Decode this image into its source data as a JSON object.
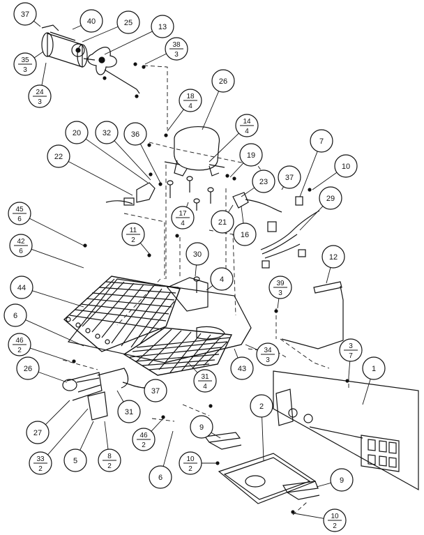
{
  "diagram": {
    "callouts": [
      {
        "id": "c37a",
        "label": "37"
      },
      {
        "id": "c40",
        "label": "40"
      },
      {
        "id": "c25",
        "label": "25"
      },
      {
        "id": "c13",
        "label": "13"
      },
      {
        "id": "c38",
        "label": "38",
        "sub": "3"
      },
      {
        "id": "c35",
        "label": "35",
        "sub": "3"
      },
      {
        "id": "c24",
        "label": "24",
        "sub": "3"
      },
      {
        "id": "c26a",
        "label": "26"
      },
      {
        "id": "c18",
        "label": "18",
        "sub": "4"
      },
      {
        "id": "c20",
        "label": "20"
      },
      {
        "id": "c32",
        "label": "32"
      },
      {
        "id": "c36",
        "label": "36"
      },
      {
        "id": "c14",
        "label": "14",
        "sub": "4"
      },
      {
        "id": "c7",
        "label": "7"
      },
      {
        "id": "c10",
        "label": "10"
      },
      {
        "id": "c22",
        "label": "22"
      },
      {
        "id": "c19",
        "label": "19"
      },
      {
        "id": "c23",
        "label": "23"
      },
      {
        "id": "c37b",
        "label": "37"
      },
      {
        "id": "c29",
        "label": "29"
      },
      {
        "id": "c45",
        "label": "45",
        "sub": "6"
      },
      {
        "id": "c17",
        "label": "17",
        "sub": "4"
      },
      {
        "id": "c21",
        "label": "21"
      },
      {
        "id": "c16",
        "label": "16"
      },
      {
        "id": "c42",
        "label": "42",
        "sub": "6"
      },
      {
        "id": "c11",
        "label": "11",
        "sub": "2"
      },
      {
        "id": "c30",
        "label": "30"
      },
      {
        "id": "c12",
        "label": "12"
      },
      {
        "id": "c4",
        "label": "4"
      },
      {
        "id": "c44",
        "label": "44"
      },
      {
        "id": "c39",
        "label": "39",
        "sub": "3"
      },
      {
        "id": "c6a",
        "label": "6"
      },
      {
        "id": "c46a",
        "label": "46",
        "sub": "2"
      },
      {
        "id": "c34",
        "label": "34",
        "sub": "3"
      },
      {
        "id": "c3",
        "label": "3",
        "sub": "7"
      },
      {
        "id": "c31a",
        "label": "31",
        "sub": "4"
      },
      {
        "id": "c43",
        "label": "43"
      },
      {
        "id": "c1",
        "label": "1"
      },
      {
        "id": "c26b",
        "label": "26"
      },
      {
        "id": "c37c",
        "label": "37"
      },
      {
        "id": "c31b",
        "label": "31"
      },
      {
        "id": "c27",
        "label": "27"
      },
      {
        "id": "c2",
        "label": "2"
      },
      {
        "id": "c33",
        "label": "33",
        "sub": "2"
      },
      {
        "id": "c5",
        "label": "5"
      },
      {
        "id": "c8",
        "label": "8",
        "sub": "2"
      },
      {
        "id": "c46b",
        "label": "46",
        "sub": "2"
      },
      {
        "id": "c9a",
        "label": "9"
      },
      {
        "id": "c10b",
        "label": "10",
        "sub": "2"
      },
      {
        "id": "c6b",
        "label": "6"
      },
      {
        "id": "c9b",
        "label": "9"
      },
      {
        "id": "c10c",
        "label": "10",
        "sub": "2"
      }
    ]
  }
}
